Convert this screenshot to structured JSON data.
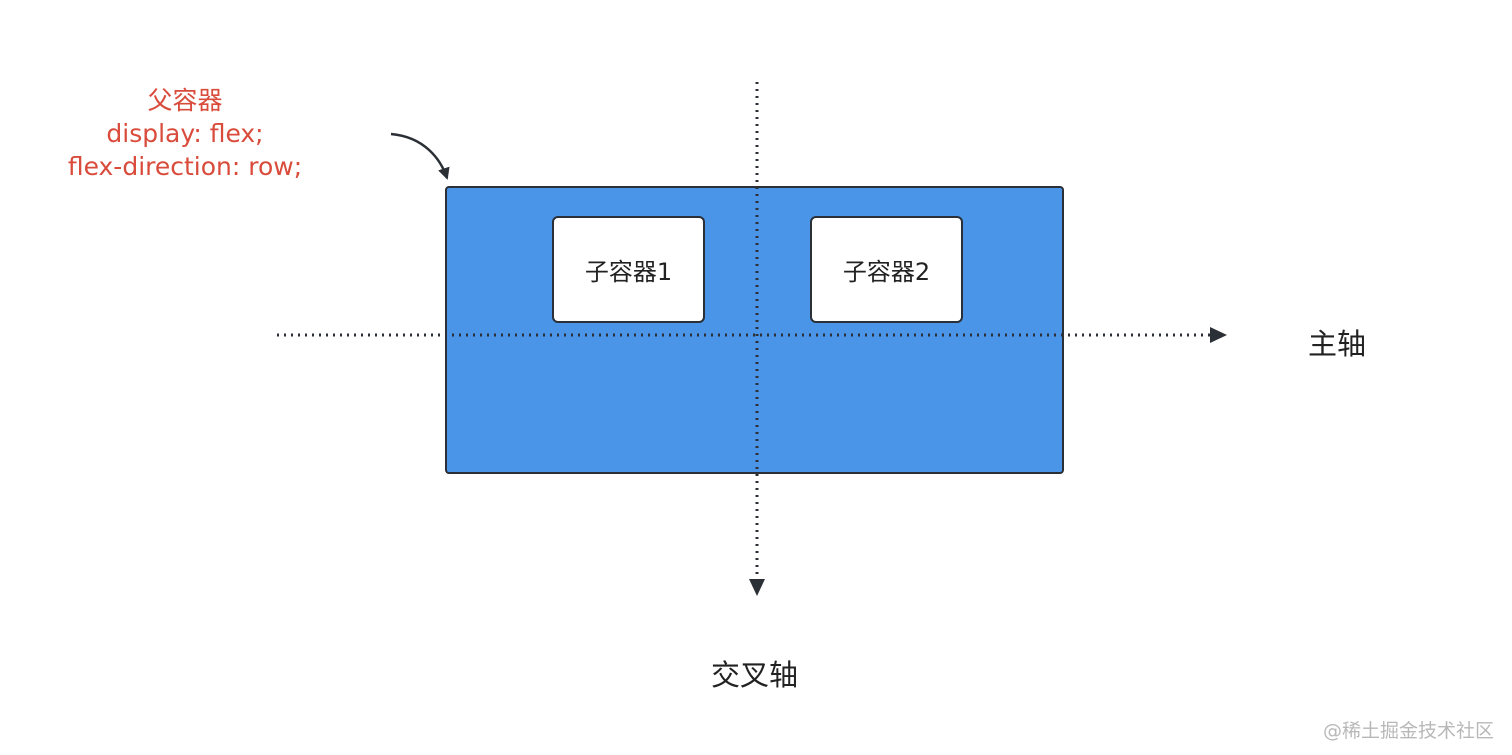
{
  "parent_annotation": {
    "title": "父容器",
    "line1": "display: flex;",
    "line2": "flex-direction: row;"
  },
  "children": [
    {
      "label": "子容器1"
    },
    {
      "label": "子容器2"
    }
  ],
  "axes": {
    "main_label": "主轴",
    "cross_label": "交叉轴"
  },
  "colors": {
    "annotation": "#d94b3b",
    "parent_fill": "#4a95e8",
    "border": "#2b2f36"
  },
  "watermark": "@稀土掘金技术社区"
}
